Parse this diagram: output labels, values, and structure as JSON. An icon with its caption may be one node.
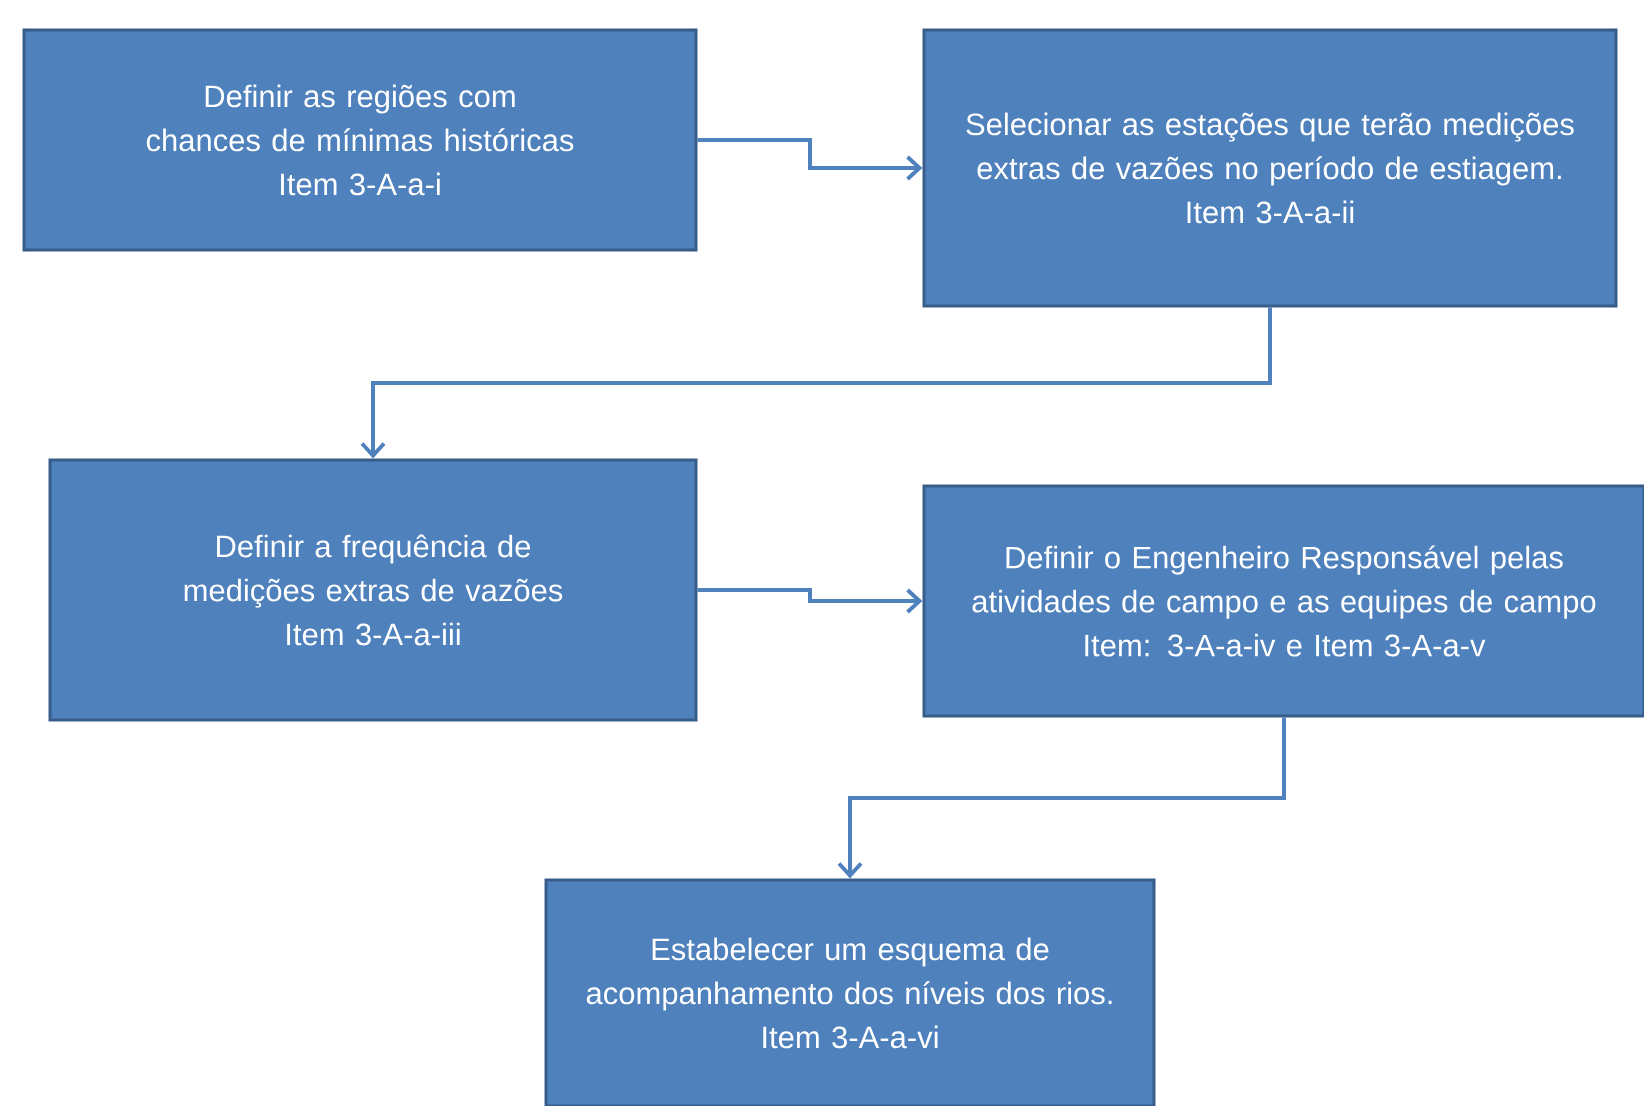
{
  "diagram": {
    "nodes": [
      {
        "text": [
          "Definir as regiões com chances de mínimas históricas",
          "Item 3-A-a-i"
        ]
      },
      {
        "text": [
          "Selecionar as estações que terão medições extras de vazões no período de estiagem.",
          "Item 3-A-a-ii"
        ]
      },
      {
        "text": [
          "Definir a frequência de medições extras de vazões",
          "Item 3-A-a-iii"
        ]
      },
      {
        "text": [
          "Definir o Engenheiro Responsável pelas atividades de campo e as equipes de campo",
          "Item: 3-A-a-iv e Item 3-A-a-v"
        ]
      },
      {
        "text": [
          "Estabelecer um esquema de acompanhamento dos níveis dos rios.",
          "Item 3-A-a-vi"
        ]
      }
    ],
    "edges": [
      {
        "from": 0,
        "to": 1,
        "arrow": "to"
      },
      {
        "from": 1,
        "to": 2,
        "arrow": "to"
      },
      {
        "from": 2,
        "to": 3,
        "arrow": "to"
      },
      {
        "from": 3,
        "to": 4,
        "arrow": "to"
      }
    ]
  }
}
